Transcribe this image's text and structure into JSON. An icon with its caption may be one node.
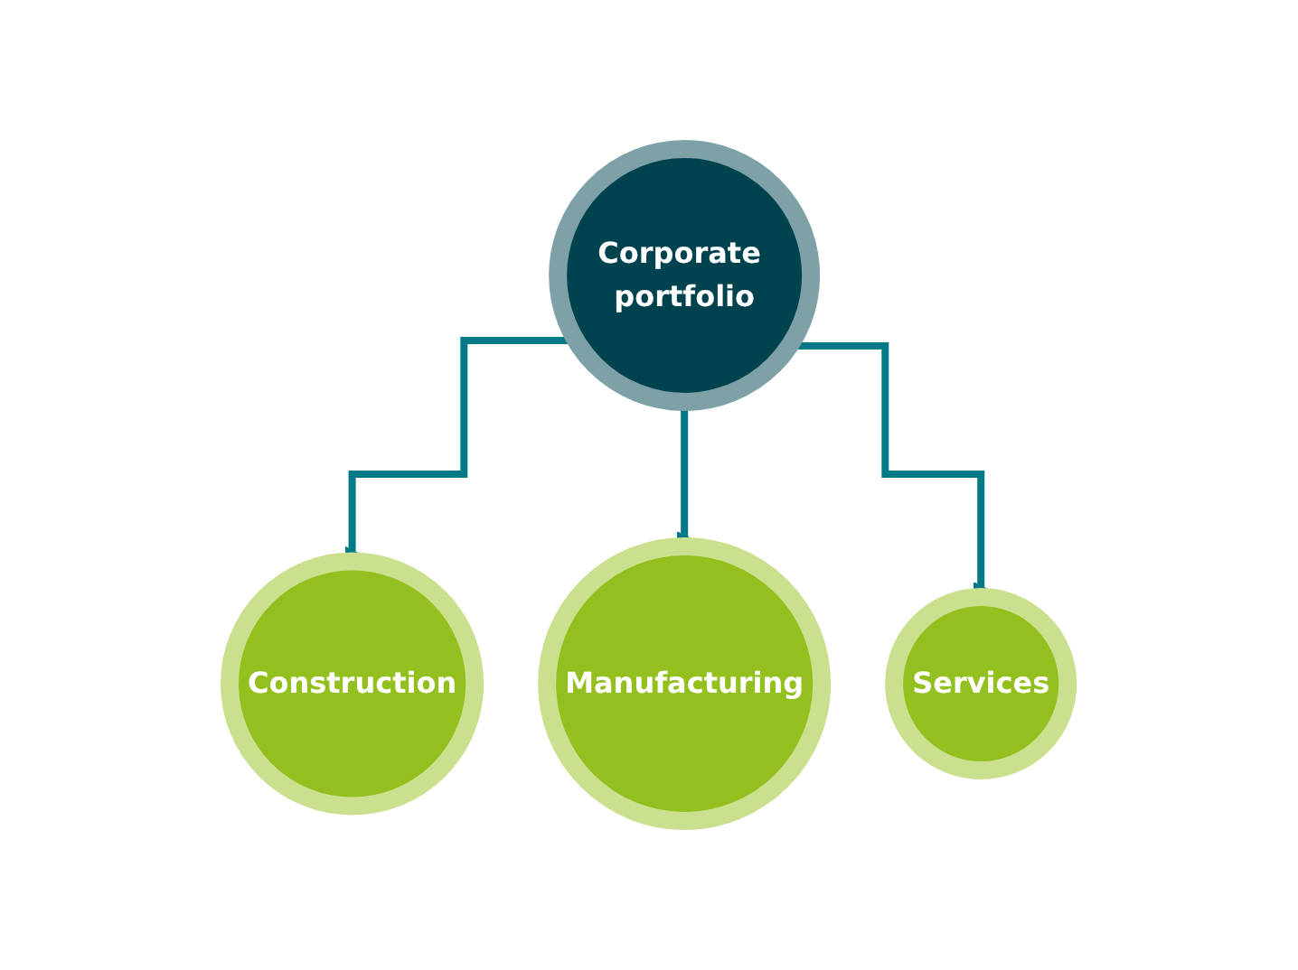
{
  "diagram": {
    "nodes": [
      {
        "text": [
          "Corporate portfolio"
        ]
      },
      {
        "text": [
          "Construction"
        ]
      },
      {
        "text": [
          "Manufacturing"
        ]
      },
      {
        "text": [
          "Services"
        ]
      }
    ],
    "edges": [
      {
        "from": 0,
        "to": 1,
        "arrow": "to"
      },
      {
        "from": 0,
        "to": 2,
        "arrow": "to"
      },
      {
        "from": 0,
        "to": 3,
        "arrow": "to"
      }
    ]
  }
}
